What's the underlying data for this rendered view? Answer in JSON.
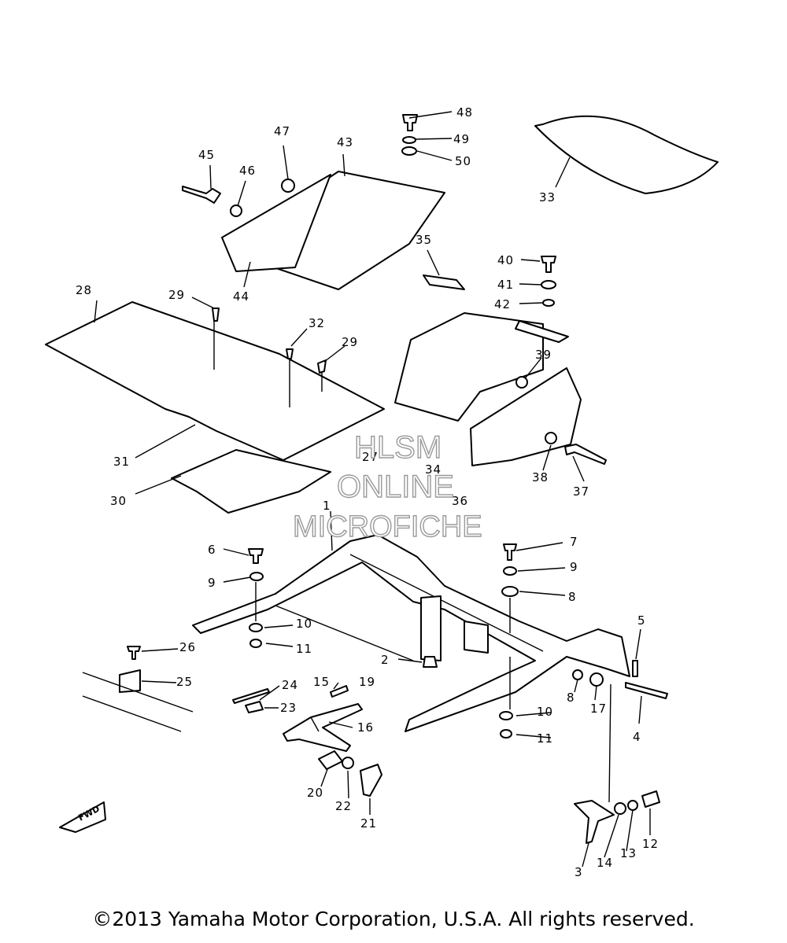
{
  "callouts": {
    "c1": "1",
    "c2": "2",
    "c3": "3",
    "c4": "4",
    "c5": "5",
    "c6": "6",
    "c7": "7",
    "c8a": "8",
    "c8b": "8",
    "c9a": "9",
    "c9b": "9",
    "c10a": "10",
    "c10b": "10",
    "c11a": "11",
    "c11b": "11",
    "c12": "12",
    "c13": "13",
    "c14": "14",
    "c15": "15",
    "c16": "16",
    "c17": "17",
    "c19": "19",
    "c20": "20",
    "c21": "21",
    "c22": "22",
    "c23": "23",
    "c24": "24",
    "c25": "25",
    "c26": "26",
    "c27": "27",
    "c28": "28",
    "c29a": "29",
    "c29b": "29",
    "c30": "30",
    "c31": "31",
    "c32": "32",
    "c33": "33",
    "c34": "34",
    "c35": "35",
    "c36": "36",
    "c37": "37",
    "c38": "38",
    "c39": "39",
    "c40": "40",
    "c41": "41",
    "c42": "42",
    "c43": "43",
    "c44": "44",
    "c45": "45",
    "c46": "46",
    "c47": "47",
    "c48": "48",
    "c49": "49",
    "c50": "50"
  },
  "watermark": {
    "line1": "HLSM",
    "line2": "ONLINE",
    "line3": "MICROFICHE"
  },
  "fwd_label": "FWD",
  "copyright": "©2013 Yamaha Motor Corporation, U.S.A. All rights reserved."
}
